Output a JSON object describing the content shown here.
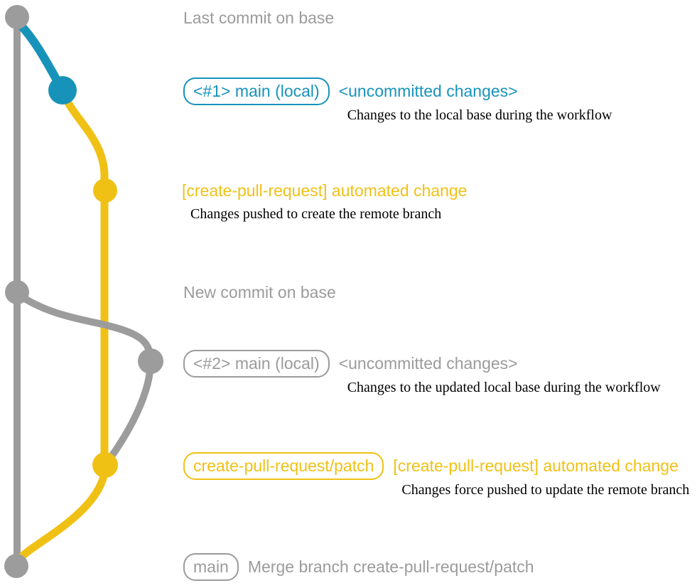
{
  "colors": {
    "base_gray": "#9c9c9c",
    "branch_blue": "#1793ba",
    "branch_yellow": "#f0c115",
    "text_gray": "#9b9b9b",
    "description_black": "#000000"
  },
  "graph": {
    "nodes": [
      {
        "id": "last-commit-on-base",
        "color": "#9c9c9c"
      },
      {
        "id": "main-local-1",
        "color": "#1793ba"
      },
      {
        "id": "automated-change-1",
        "color": "#f0c115"
      },
      {
        "id": "new-commit-on-base",
        "color": "#9c9c9c"
      },
      {
        "id": "main-local-2",
        "color": "#9c9c9c"
      },
      {
        "id": "automated-change-2",
        "color": "#f0c115"
      },
      {
        "id": "merge-commit",
        "color": "#9c9c9c"
      }
    ]
  },
  "annotations": {
    "last_commit": {
      "heading": "Last commit on base"
    },
    "main_local_1": {
      "badge": "<#1> main (local)",
      "title": "<uncommitted changes>",
      "description": "Changes to the local base during the workflow"
    },
    "automated_change_1": {
      "title": "[create-pull-request] automated change",
      "description": "Changes pushed to create the remote branch"
    },
    "new_commit": {
      "heading": "New commit on base"
    },
    "main_local_2": {
      "badge": "<#2> main (local)",
      "title": "<uncommitted changes>",
      "description": "Changes to the updated local base during the workflow"
    },
    "automated_change_2": {
      "badge": "create-pull-request/patch",
      "title": "[create-pull-request] automated change",
      "description": "Changes force pushed to update the remote branch"
    },
    "merge": {
      "badge": "main",
      "title": "Merge branch create-pull-request/patch"
    }
  }
}
